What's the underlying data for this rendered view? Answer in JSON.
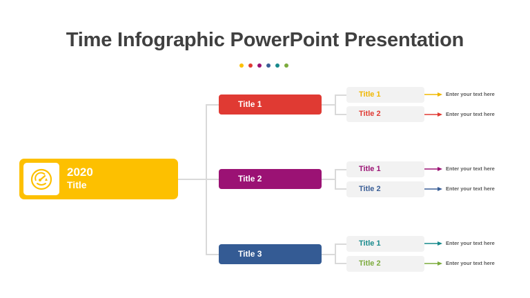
{
  "slide": {
    "title": "Time Infographic PowerPoint Presentation",
    "dots": [
      "#fdc000",
      "#e03a33",
      "#9b1274",
      "#3a5e96",
      "#17898c",
      "#7cab3c"
    ]
  },
  "root": {
    "year": "2020",
    "title": "Title",
    "icon": "speedometer-icon",
    "color": "#fdc000"
  },
  "branches": [
    {
      "label": "Title 1",
      "color": "#e03a33",
      "items": [
        {
          "label": "Title 1",
          "color": "#f0b800",
          "text": "Enter your text here"
        },
        {
          "label": "Title 2",
          "color": "#e03a33",
          "text": "Enter your text here"
        }
      ]
    },
    {
      "label": "Title 2",
      "color": "#9b1274",
      "items": [
        {
          "label": "Title 1",
          "color": "#9b1274",
          "text": "Enter your text here"
        },
        {
          "label": "Title 2",
          "color": "#3a5e96",
          "text": "Enter your text here"
        }
      ]
    },
    {
      "label": "Title 3",
      "color": "#345b94",
      "items": [
        {
          "label": "Title 1",
          "color": "#17898c",
          "text": "Enter your text here"
        },
        {
          "label": "Title 2",
          "color": "#7cab3c",
          "text": "Enter your text here"
        }
      ]
    }
  ]
}
